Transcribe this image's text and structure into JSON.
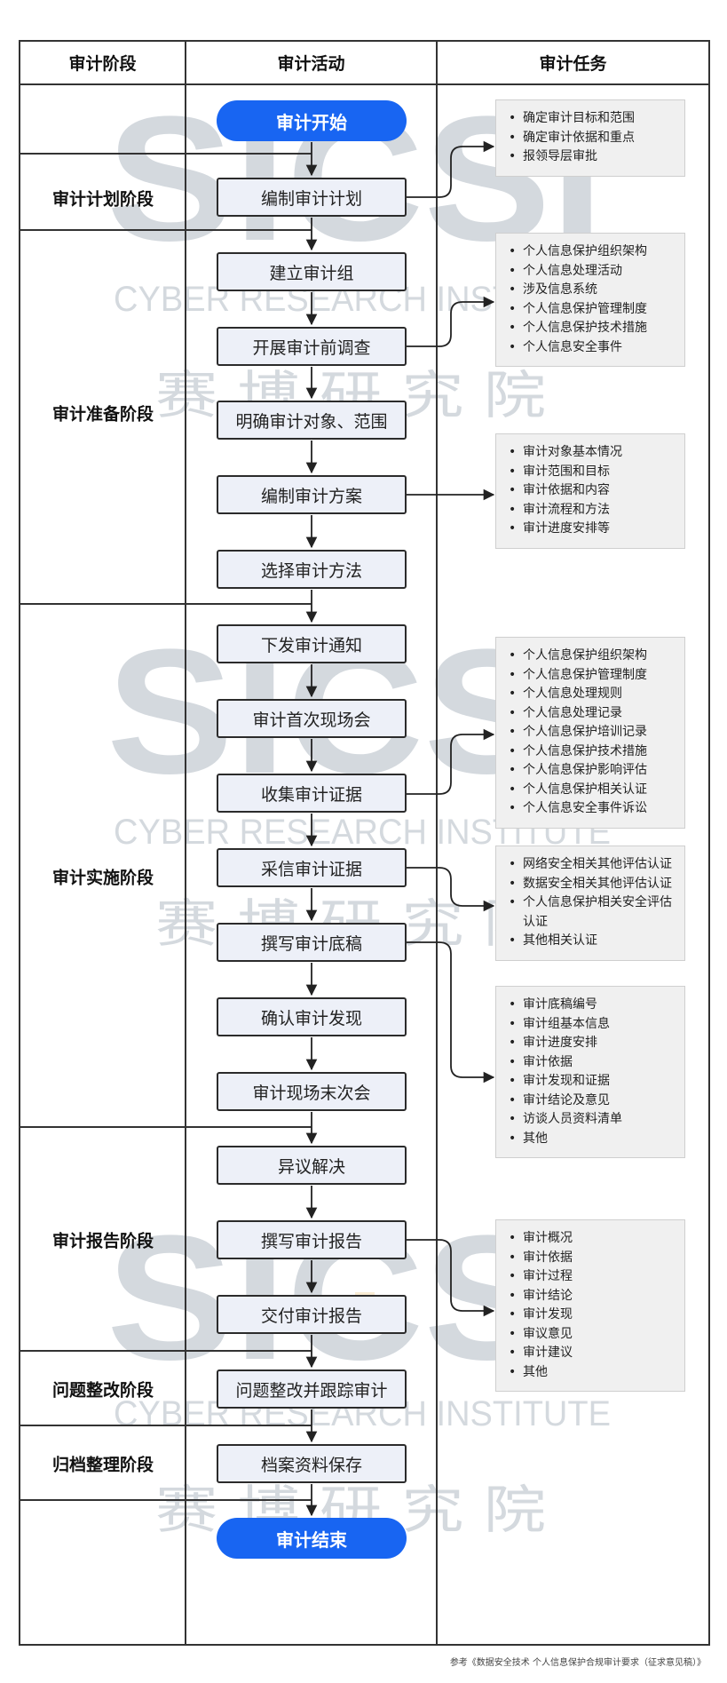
{
  "header": {
    "col_phase": "审计阶段",
    "col_activity": "审计活动",
    "col_task": "审计任务"
  },
  "terminals": {
    "start": "审计开始",
    "end": "审计结束"
  },
  "phases": [
    {
      "id": "plan",
      "label": "审计计划阶段"
    },
    {
      "id": "prep",
      "label": "审计准备阶段"
    },
    {
      "id": "impl",
      "label": "审计实施阶段"
    },
    {
      "id": "report",
      "label": "审计报告阶段"
    },
    {
      "id": "rectify",
      "label": "问题整改阶段"
    },
    {
      "id": "archive",
      "label": "归档整理阶段"
    }
  ],
  "activities": [
    {
      "label": "编制审计计划"
    },
    {
      "label": "建立审计组"
    },
    {
      "label": "开展审计前调查"
    },
    {
      "label": "明确审计对象、范围"
    },
    {
      "label": "编制审计方案"
    },
    {
      "label": "选择审计方法"
    },
    {
      "label": "下发审计通知"
    },
    {
      "label": "审计首次现场会"
    },
    {
      "label": "收集审计证据"
    },
    {
      "label": "采信审计证据"
    },
    {
      "label": "撰写审计底稿"
    },
    {
      "label": "确认审计发现"
    },
    {
      "label": "审计现场末次会"
    },
    {
      "label": "异议解决"
    },
    {
      "label": "撰写审计报告"
    },
    {
      "label": "交付审计报告"
    },
    {
      "label": "问题整改并跟踪审计"
    },
    {
      "label": "档案资料保存"
    }
  ],
  "tasks": [
    {
      "items": [
        "确定审计目标和范围",
        "确定审计依据和重点",
        "报领导层审批"
      ]
    },
    {
      "items": [
        "个人信息保护组织架构",
        "个人信息处理活动",
        "涉及信息系统",
        "个人信息保护管理制度",
        "个人信息保护技术措施",
        "个人信息安全事件"
      ]
    },
    {
      "items": [
        "审计对象基本情况",
        "审计范围和目标",
        "审计依据和内容",
        "审计流程和方法",
        "审计进度安排等"
      ]
    },
    {
      "items": [
        "个人信息保护组织架构",
        "个人信息保护管理制度",
        "个人信息处理规则",
        "个人信息处理记录",
        "个人信息保护培训记录",
        "个人信息保护技术措施",
        "个人信息保护影响评估",
        "个人信息保护相关认证",
        "个人信息安全事件诉讼"
      ]
    },
    {
      "items": [
        "网络安全相关其他评估认证",
        "数据安全相关其他评估认证",
        "个人信息保护相关安全评估认证",
        "其他相关认证"
      ]
    },
    {
      "items": [
        "审计底稿编号",
        "审计组基本信息",
        "审计进度安排",
        "审计依据",
        "审计发现和证据",
        "审计结论及意见",
        "访谈人员资料清单",
        "其他"
      ]
    },
    {
      "items": [
        "审计概况",
        "审计依据",
        "审计过程",
        "审计结论",
        "审计发现",
        "审议意见",
        "审计建议",
        "其他"
      ]
    }
  ],
  "watermark": {
    "logo_text": "SICSI",
    "english": "CYBER RESEARCH INSTITUTE",
    "chinese": "赛 博 研 究 院"
  },
  "footnote": "参考《数据安全技术 个人信息保护合规审计要求（征求意见稿）》",
  "colors": {
    "accent": "#1865f2",
    "box_fill": "#edf0f8",
    "card_fill": "#f0f0f0",
    "line": "#333333",
    "watermark": "#9aa6b3"
  }
}
